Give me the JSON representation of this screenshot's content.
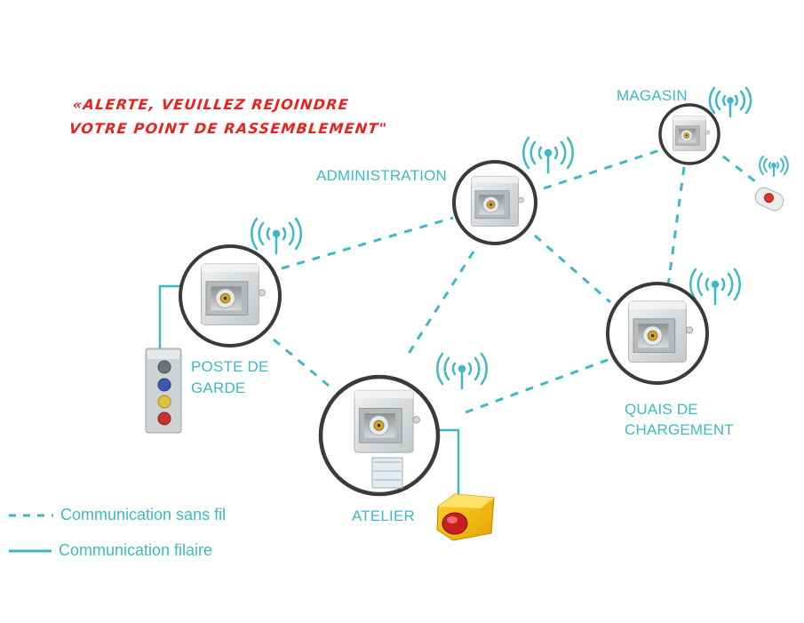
{
  "alert": {
    "line1": "«ALERTE, VEUILLEZ REJOINDRE",
    "line2": "VOTRE POINT DE RASSEMBLEMENT\""
  },
  "nodes": {
    "magasin": "MAGASIN",
    "administration": "ADMINISTRATION",
    "poste_line1": "POSTE DE",
    "poste_line2": "GARDE",
    "atelier": "ATELIER",
    "quais_line1": "QUAIS DE",
    "quais_line2": "CHARGEMENT"
  },
  "legend": {
    "wireless": "Communication sans fil",
    "wired": "Communication filaire"
  },
  "colors": {
    "accent": "#3db8c4",
    "alert": "#e8231e",
    "ring": "#3a3a3a"
  },
  "icons": [
    "wifi-signal-icon",
    "siren-speaker-icon",
    "push-button-station-icon",
    "emergency-stop-button-icon",
    "remote-control-icon"
  ]
}
